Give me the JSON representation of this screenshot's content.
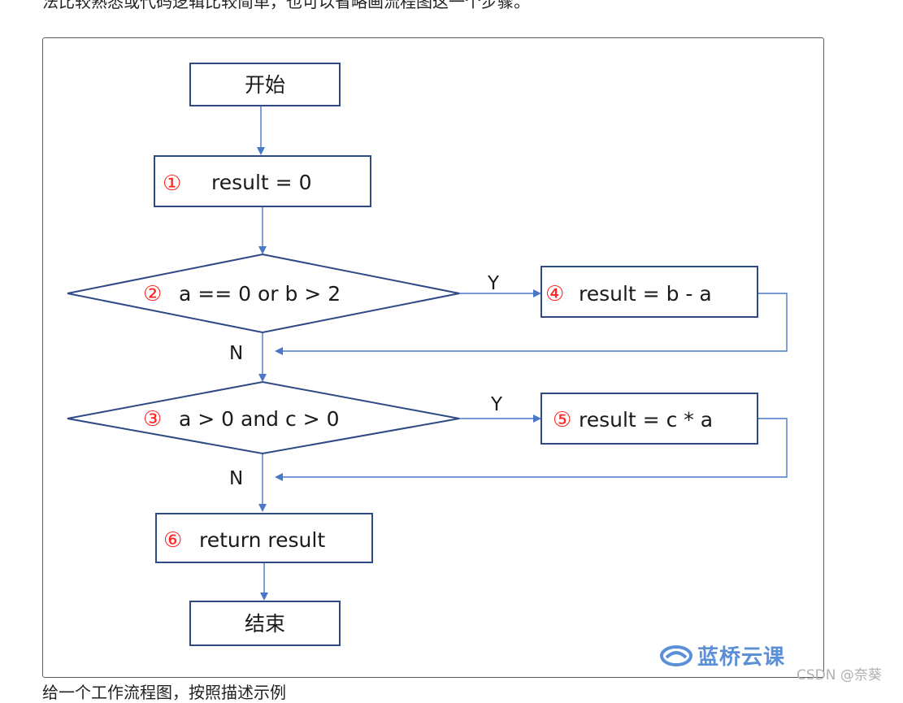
{
  "article": {
    "line_above": "法比较熟悉或代码逻辑比较简单，也可以省略画流程图这一个步骤。",
    "line_below": "给一个工作流程图，按照描述示例"
  },
  "flowchart": {
    "nodes": {
      "start": {
        "label": "开始"
      },
      "step1": {
        "num": "①",
        "label": "result = 0"
      },
      "decision2": {
        "num": "②",
        "label": "a == 0 or b > 2"
      },
      "step4": {
        "num": "④",
        "label": "result = b - a"
      },
      "decision3": {
        "num": "③",
        "label": "a > 0 and c > 0"
      },
      "step5": {
        "num": "⑤",
        "label": "result = c * a"
      },
      "step6": {
        "num": "⑥",
        "label": "return result"
      },
      "end": {
        "label": "结束"
      }
    },
    "branches": {
      "d2_yes": "Y",
      "d2_no": "N",
      "d3_yes": "Y",
      "d3_no": "N"
    },
    "colors": {
      "box_stroke": "#2e4a85",
      "arrow": "#4a78c8",
      "step_number": "#ff2222"
    }
  },
  "logo": {
    "text": "蓝桥云课",
    "icon": "lanqiao-logo-icon"
  },
  "watermark": {
    "text": "CSDN @奈葵"
  }
}
